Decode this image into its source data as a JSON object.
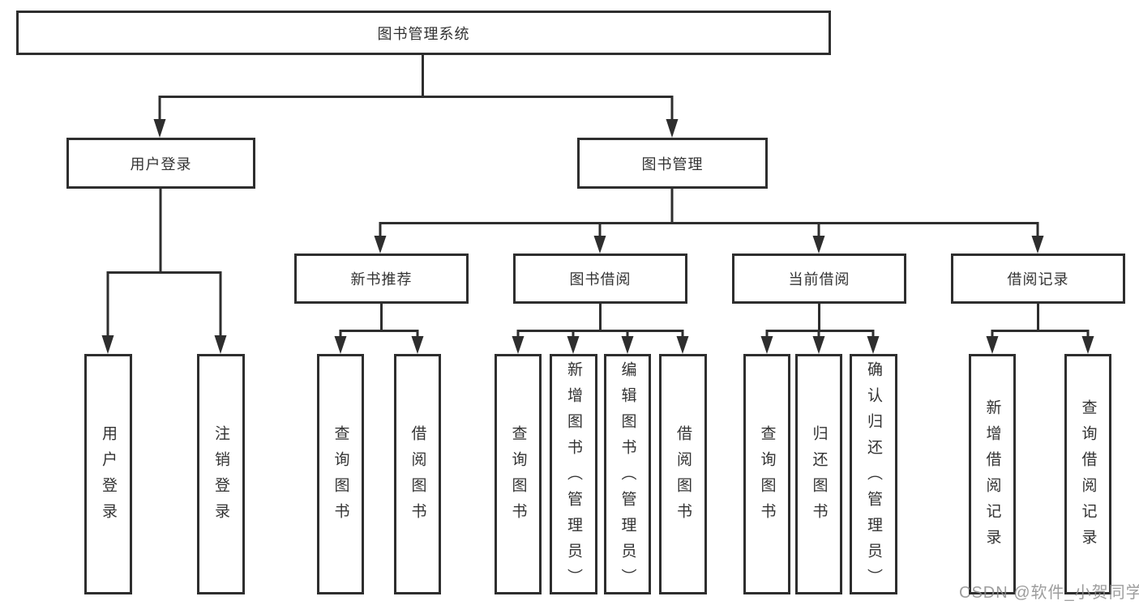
{
  "diagram": {
    "root": "图书管理系统",
    "level2": [
      "用户登录",
      "图书管理"
    ],
    "level3": [
      "新书推荐",
      "图书借阅",
      "当前借阅",
      "借阅记录"
    ],
    "leaves": {
      "login": [
        "用户登录",
        "注销登录"
      ],
      "newbook": [
        "查询图书",
        "借阅图书"
      ],
      "borrow": [
        "查询图书",
        "新增图书（管理员）",
        "编辑图书（管理员）",
        "借阅图书"
      ],
      "current": [
        "查询图书",
        "归还图书",
        "确认归还（管理员）"
      ],
      "record": [
        "新增借阅记录",
        "查询借阅记录"
      ]
    }
  },
  "watermark": "CSDN @软件_小贺同学",
  "colors": {
    "line": "#2e2e2e",
    "text": "#333333",
    "background": "#ffffff",
    "watermark": "#8c8c8c"
  }
}
